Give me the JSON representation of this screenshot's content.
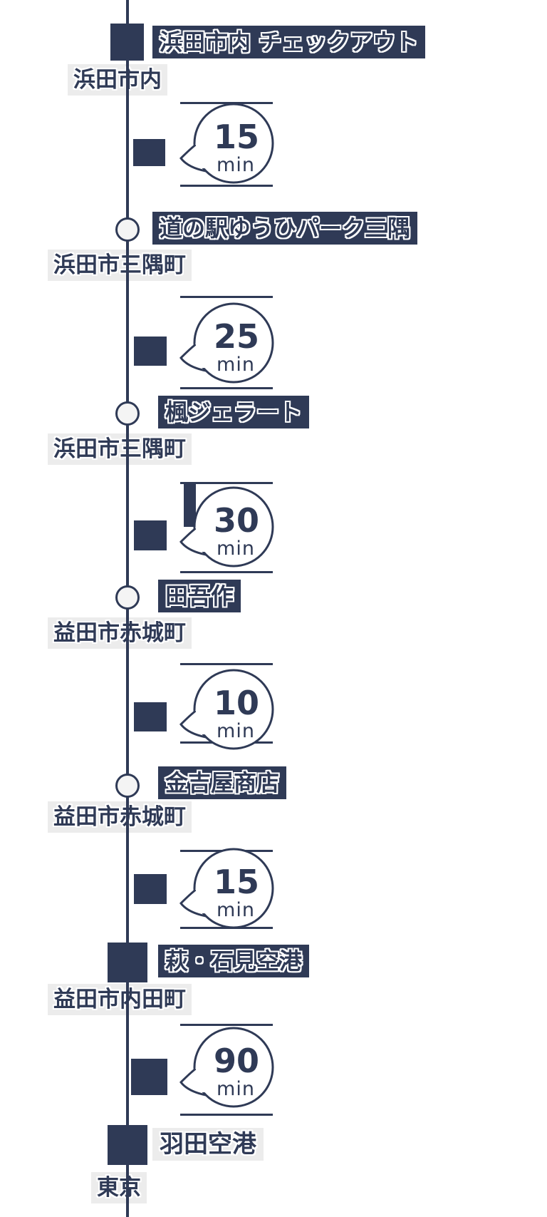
{
  "colors": {
    "navy": "#2f3a56",
    "light_band": "#ececec",
    "bubble_fill": "#ffffff",
    "background": "#ffffff"
  },
  "stations": [
    {
      "name": "浜田市内 チェックアウト",
      "area": "浜田市内",
      "marker": "square"
    },
    {
      "name": "道の駅ゆうひパーク三隅",
      "area": "浜田市三隅町",
      "marker": "circle"
    },
    {
      "name": "楓ジェラート",
      "area": "浜田市三隅町",
      "marker": "circle"
    },
    {
      "name": "田吾作",
      "area": "益田市赤城町",
      "marker": "circle"
    },
    {
      "name": "金吉屋商店",
      "area": "益田市赤城町",
      "marker": "circle"
    },
    {
      "name": "萩・石見空港",
      "area": "益田市内田町",
      "marker": "square-large"
    },
    {
      "name": "羽田空港",
      "area": "東京",
      "marker": "square-large"
    }
  ],
  "segments": [
    {
      "minutes": "15",
      "unit": "min",
      "icon": "car-square-icon"
    },
    {
      "minutes": "25",
      "unit": "min",
      "icon": "car-square-icon"
    },
    {
      "minutes": "30",
      "unit": "min",
      "icon": "car-square-icon"
    },
    {
      "minutes": "10",
      "unit": "min",
      "icon": "car-square-icon"
    },
    {
      "minutes": "15",
      "unit": "min",
      "icon": "car-square-icon"
    },
    {
      "minutes": "90",
      "unit": "min",
      "icon": "car-square-icon"
    }
  ]
}
